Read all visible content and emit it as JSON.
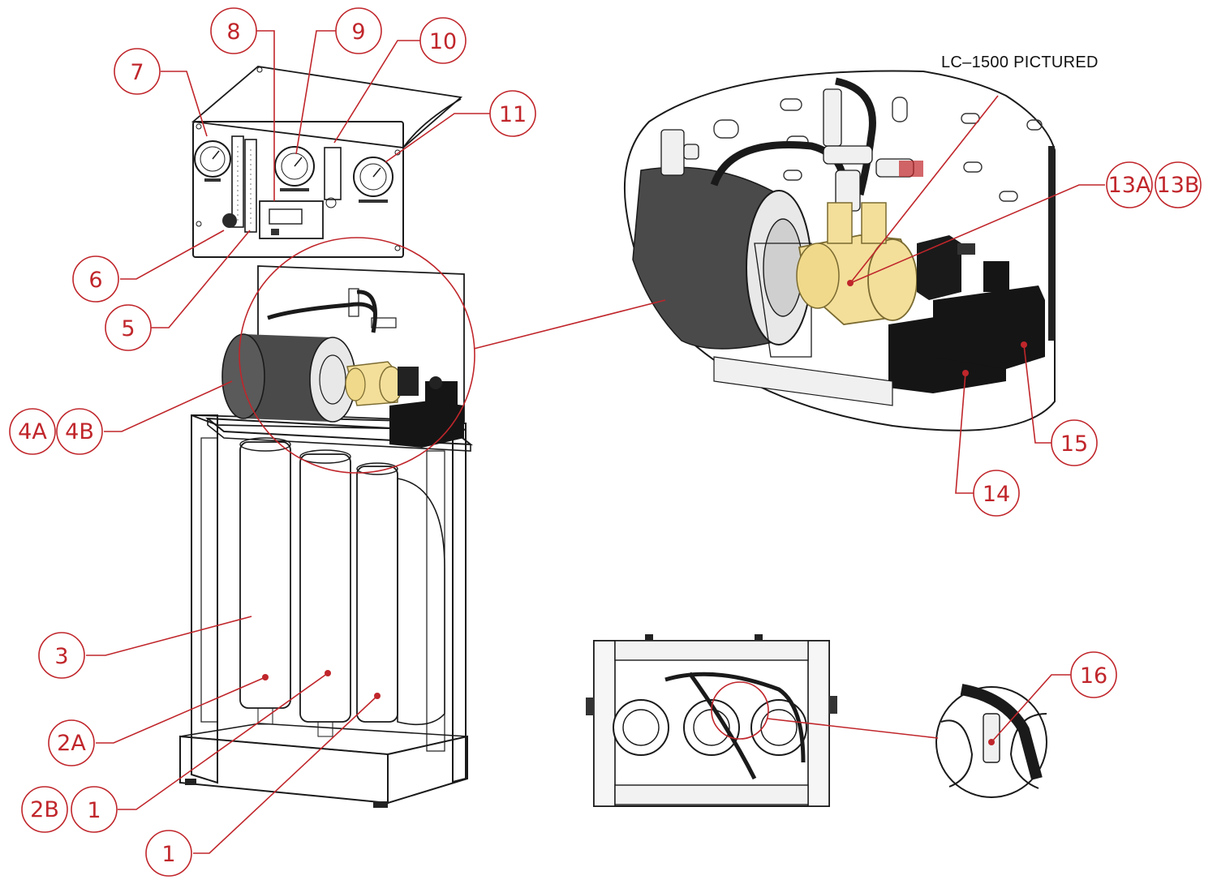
{
  "caption": "LC–1500 PICTURED",
  "callouts": {
    "c1a": "1",
    "c1b": "1",
    "c2A": "2A",
    "c2B": "2B",
    "c3": "3",
    "c4A": "4A",
    "c4B": "4B",
    "c5": "5",
    "c6": "6",
    "c7": "7",
    "c8": "8",
    "c9": "9",
    "c10": "10",
    "c11": "11",
    "c13A": "13A",
    "c13B": "13B",
    "c14": "14",
    "c15": "15",
    "c16": "16"
  },
  "colors": {
    "callout_red": "#c0262b",
    "pump_yellow": "#f3df9a",
    "motor_gray": "#4a4a4a",
    "solenoid_black": "#151515"
  }
}
